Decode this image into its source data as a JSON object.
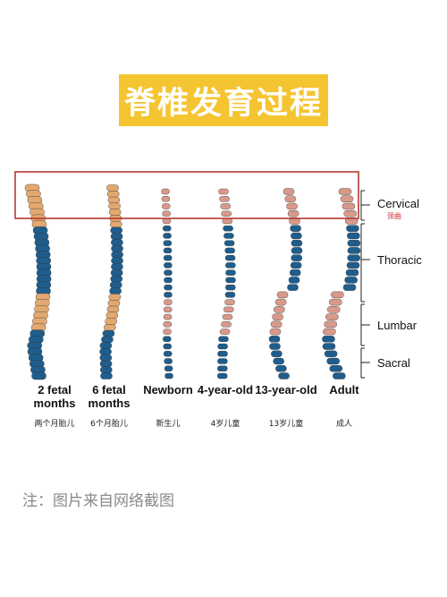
{
  "title": "脊椎发育过程",
  "stages": [
    {
      "label_en": "2 fetal months",
      "label_cn": "两个月胎儿"
    },
    {
      "label_en": "6 fetal months",
      "label_cn": "6个月胎儿"
    },
    {
      "label_en": "Newborn",
      "label_cn": "新生儿"
    },
    {
      "label_en": "4-year-old",
      "label_cn": "4岁儿童"
    },
    {
      "label_en": "13-year-old",
      "label_cn": "13岁儿童"
    },
    {
      "label_en": "Adult",
      "label_cn": "成人"
    }
  ],
  "regions": {
    "cervical": "Cervical",
    "cervical_cn": "颈曲",
    "thoracic": "Thoracic",
    "lumbar": "Lumbar",
    "sacral": "Sacral"
  },
  "note": "注：图片来自网络截图",
  "colors": {
    "banner": "#f5c431",
    "thoracic_vertebra": "#1f5d8c",
    "lumbar_vertebra": "#d9998a",
    "fetal_vertebra": "#e3a870",
    "highlight_box": "#b5392f"
  }
}
